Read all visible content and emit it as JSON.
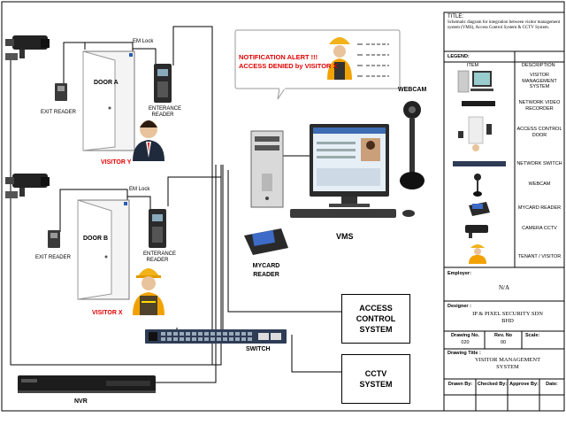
{
  "diagram": {
    "notification": {
      "line1": "NOTIFICATION ALERT !!!",
      "line2": "ACCESS DENIED by VISITOR X"
    },
    "door_a": {
      "label": "DOOR A",
      "exit_reader": "EXIT READER",
      "em_lock": "EM Lock",
      "entrance_reader": "ENTERANCE READER",
      "visitor": "VISITOR Y"
    },
    "door_b": {
      "label": "DOOR B",
      "exit_reader": "EXIT READER",
      "em_lock": "EM Lock",
      "entrance_reader": "ENTERANCE READER",
      "visitor": "VISITOR X"
    },
    "webcam": "WEBCAM",
    "vms": "VMS",
    "mycard_reader": "MYCARD READER",
    "switch": "SWITCH",
    "nvr": "NVR",
    "access_control_system": "ACCESS CONTROL SYSTEM",
    "cctv_system": "CCTV SYSTEM"
  },
  "title_block": {
    "title_label": "TITLE:",
    "title_text": "Schematic diagram for integration between visitor management system (VMS), Access Control System & CCTV System.",
    "legend_label": "LEGEND:",
    "col_item": "ITEM",
    "col_description": "DESCRIPTION",
    "legend": [
      {
        "icon": "vms-computer-icon",
        "description": "VISITOR MANAGEMENT SYSTEM"
      },
      {
        "icon": "nvr-icon",
        "description": "NETWORK VIDEO RECORDER"
      },
      {
        "icon": "access-door-icon",
        "description": "ACCESS CONTROL DOOR"
      },
      {
        "icon": "network-switch-icon",
        "description": "NETWORK SWITCH"
      },
      {
        "icon": "webcam-icon",
        "description": "WEBCAM"
      },
      {
        "icon": "card-reader-icon",
        "description": "MYCARD READER"
      },
      {
        "icon": "cctv-camera-icon",
        "description": "CAMERA CCTV"
      },
      {
        "icon": "visitor-icon",
        "description": "TENANT / VISITOR"
      }
    ],
    "employer_label": "Employer:",
    "employer_value": "N/A",
    "designer_label": "Designer :",
    "designer_value": "IP & PIXEL SECURITY SDN BHD",
    "drawing_no_label": "Drawing No.",
    "drawing_no_value": "020",
    "rev_no_label": "Rev. No",
    "rev_no_value": "00",
    "scale_label": "Scale:",
    "drawing_title_label": "Drawing Title :",
    "drawing_title_value": "VISITOR MANAGEMENT SYSTEM",
    "drawn_by_label": "Drawn By:",
    "checked_by_label": "Checked By:",
    "approve_by_label": "Approve By:",
    "date_label": "Date:"
  }
}
